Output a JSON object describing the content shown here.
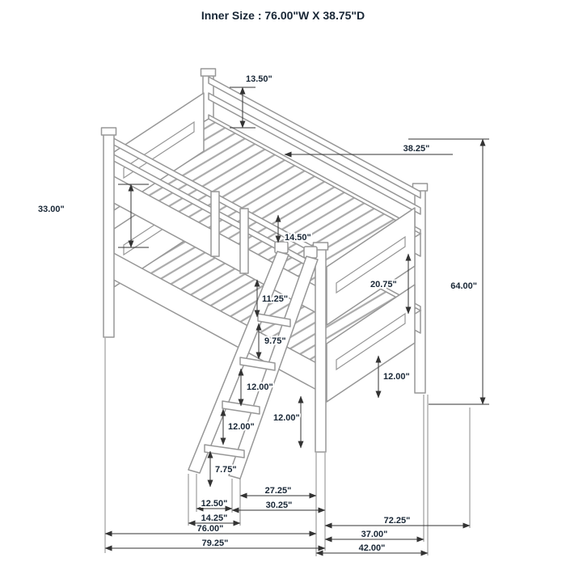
{
  "title": "Inner Size : 76.00\"W X 38.75\"D",
  "diagram": {
    "type": "bunk-bed-dimension-drawing",
    "colors": {
      "frame": "#979797",
      "dimension_lines": "#333333",
      "labels": "#182635",
      "background": "#ffffff"
    },
    "dimensions": {
      "d13_50": "13.50\"",
      "d38_25": "38.25\"",
      "d33_00": "33.00\"",
      "d14_50": "14.50\"",
      "d20_75": "20.75\"",
      "d64_00": "64.00\"",
      "d11_25": "11.25\"",
      "d9_75": "9.75\"",
      "d12_00_ladder_upper": "12.00\"",
      "d12_00_ladder_lower": "12.00\"",
      "d12_00_post": "12.00\"",
      "d12_00_right": "12.00\"",
      "d7_75": "7.75\"",
      "d12_50": "12.50\"",
      "d14_25": "14.25\"",
      "d27_25": "27.25\"",
      "d30_25": "30.25\"",
      "d76_00": "76.00\"",
      "d79_25": "79.25\"",
      "d72_25": "72.25\"",
      "d37_00": "37.00\"",
      "d42_00": "42.00\""
    }
  }
}
